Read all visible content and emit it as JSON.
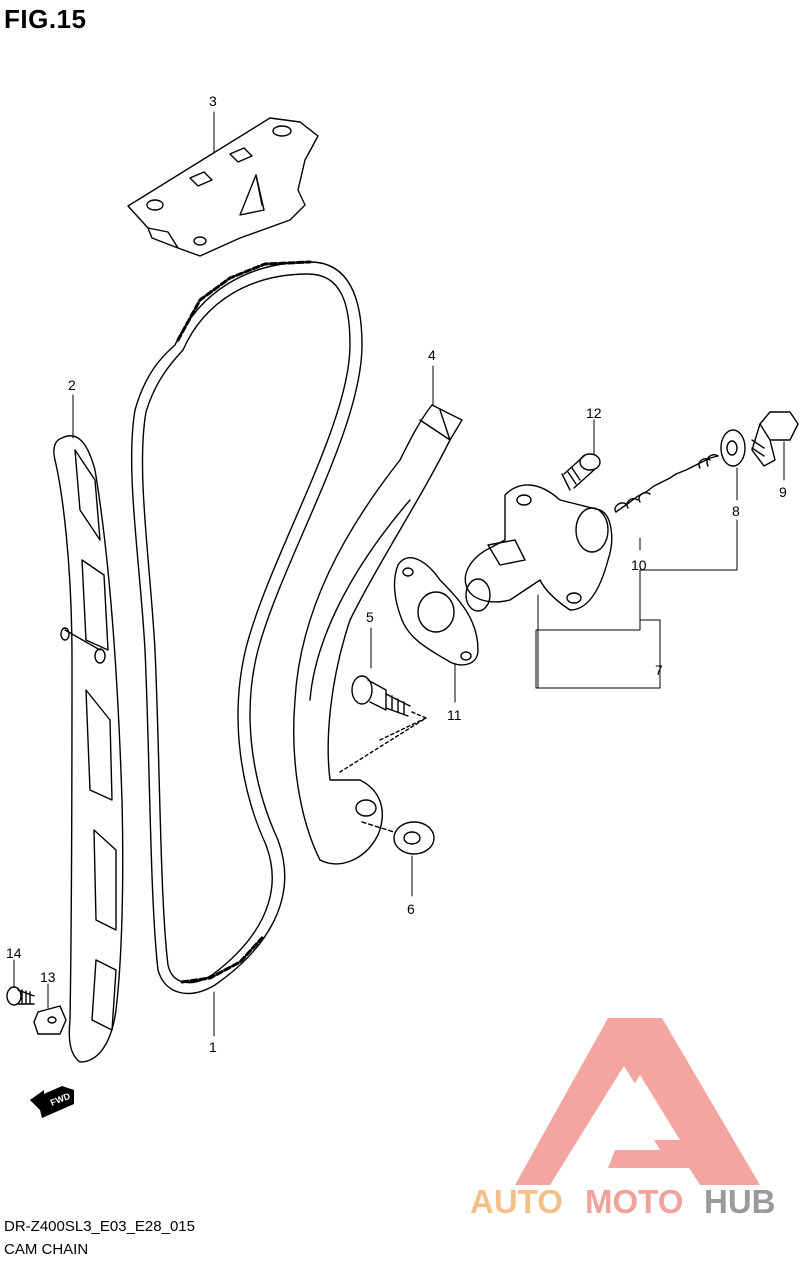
{
  "figure": {
    "title": "FIG.15",
    "code": "DR-Z400SL3_E03_E28_015",
    "name": "CAM CHAIN"
  },
  "callouts": [
    {
      "id": "p1",
      "label": "1"
    },
    {
      "id": "p2",
      "label": "2"
    },
    {
      "id": "p3",
      "label": "3"
    },
    {
      "id": "p4",
      "label": "4"
    },
    {
      "id": "p5",
      "label": "5"
    },
    {
      "id": "p6",
      "label": "6"
    },
    {
      "id": "p7",
      "label": "7"
    },
    {
      "id": "p8",
      "label": "8"
    },
    {
      "id": "p9",
      "label": "9"
    },
    {
      "id": "p10",
      "label": "10"
    },
    {
      "id": "p11",
      "label": "11"
    },
    {
      "id": "p12",
      "label": "12"
    },
    {
      "id": "p13",
      "label": "13"
    },
    {
      "id": "p14",
      "label": "14"
    }
  ],
  "fwd_arrow": {
    "label": "FWD"
  },
  "watermark": {
    "parts": [
      "AUTO",
      "MOTO",
      "HUB"
    ],
    "colors": [
      "#f3c08a",
      "#f0a39c",
      "#9a9a9a"
    ],
    "logo_color": "#f2a29a"
  }
}
